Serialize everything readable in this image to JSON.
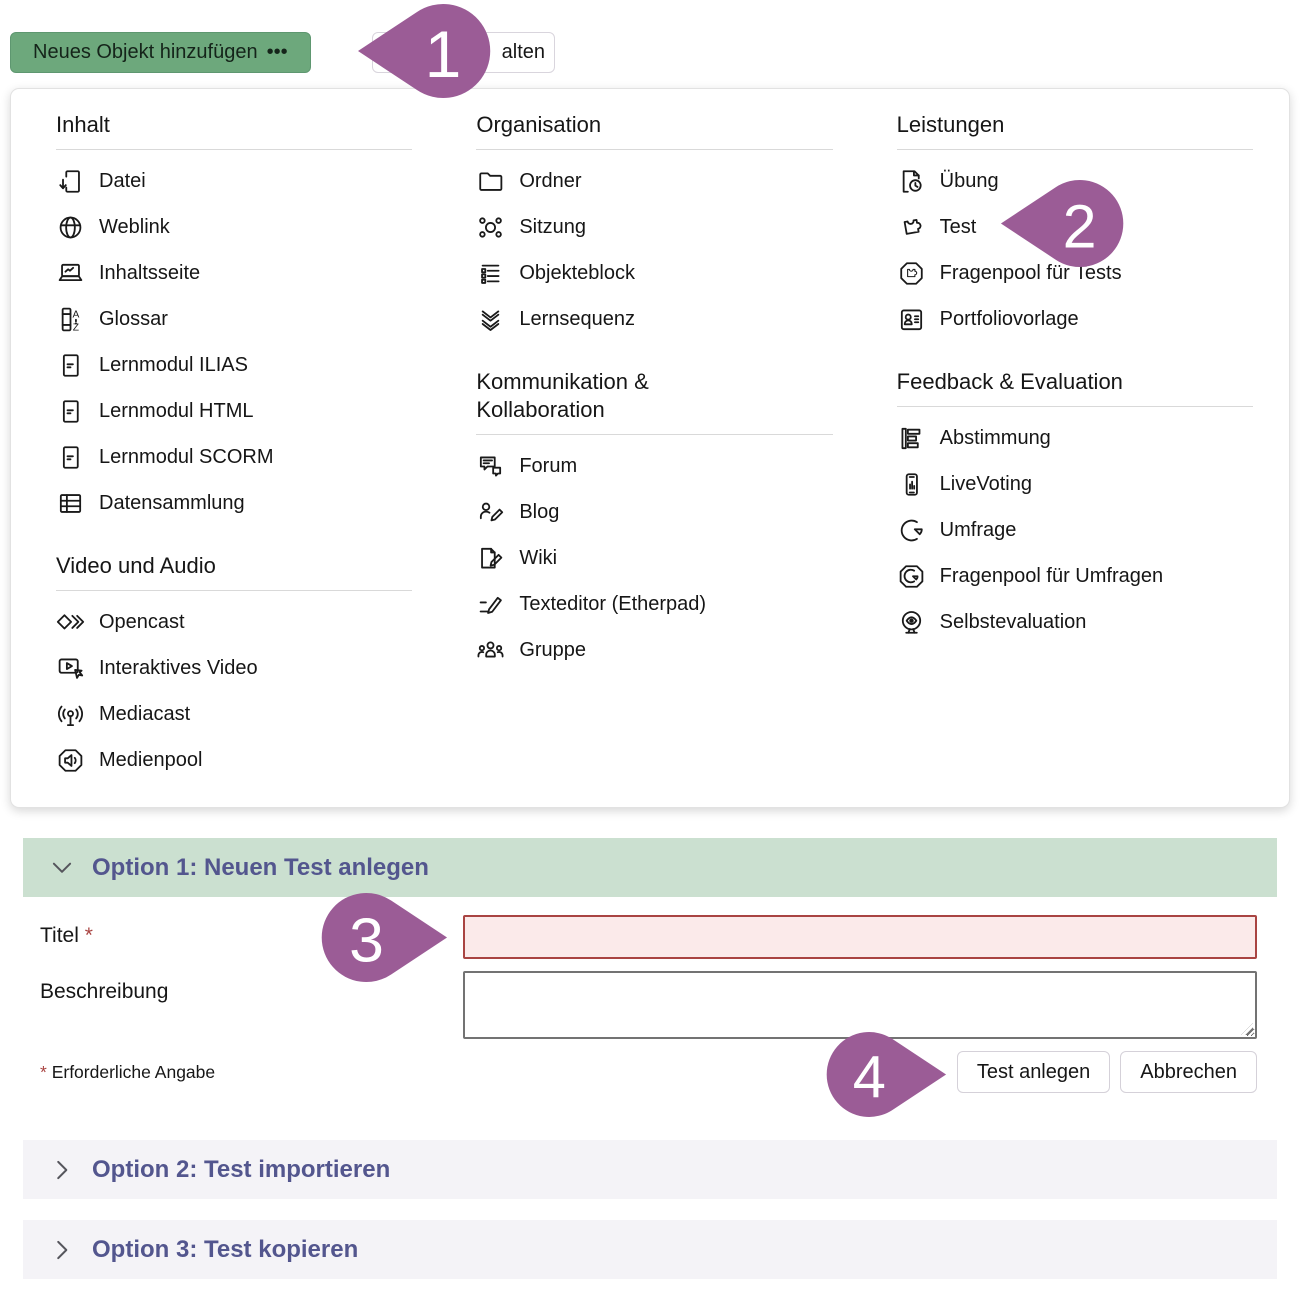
{
  "colors": {
    "brand_green": "#6DA87C",
    "marker_purple": "#9B5C96",
    "option_open_bg": "#CBE0D0",
    "option_closed_bg": "#F4F3F7",
    "heading_purple": "#53568E",
    "error_red": "#A94442",
    "error_red_bg": "#FBEAEA"
  },
  "toolbar": {
    "add_button_label": "Neues Objekt hinzufügen",
    "add_button_ellipsis": "•••",
    "partial_button_visible_label": "alten"
  },
  "annotations": [
    {
      "number": "1"
    },
    {
      "number": "2"
    },
    {
      "number": "3"
    },
    {
      "number": "4"
    }
  ],
  "menu": {
    "columns": [
      {
        "sections": [
          {
            "title": "Inhalt",
            "items": [
              {
                "icon": "file-download-icon",
                "label": "Datei"
              },
              {
                "icon": "globe-icon",
                "label": "Weblink"
              },
              {
                "icon": "laptop-icon",
                "label": "Inhaltsseite"
              },
              {
                "icon": "glossary-az-icon",
                "label": "Glossar"
              },
              {
                "icon": "learning-module-icon",
                "label": "Lernmodul ILIAS"
              },
              {
                "icon": "learning-module-icon",
                "label": "Lernmodul HTML"
              },
              {
                "icon": "learning-module-icon",
                "label": "Lernmodul SCORM"
              },
              {
                "icon": "table-icon",
                "label": "Datensammlung"
              }
            ]
          },
          {
            "title": "Video und Audio",
            "items": [
              {
                "icon": "opencast-icon",
                "label": "Opencast"
              },
              {
                "icon": "interactive-video-icon",
                "label": "Interaktives Video"
              },
              {
                "icon": "broadcast-icon",
                "label": "Mediacast"
              },
              {
                "icon": "speaker-icon",
                "label": "Medienpool"
              }
            ]
          }
        ]
      },
      {
        "sections": [
          {
            "title": "Organisation",
            "items": [
              {
                "icon": "folder-icon",
                "label": "Ordner"
              },
              {
                "icon": "network-icon",
                "label": "Sitzung"
              },
              {
                "icon": "list-blocks-icon",
                "label": "Objekteblock"
              },
              {
                "icon": "double-chevron-down-icon",
                "label": "Lernsequenz"
              }
            ]
          },
          {
            "title": "Kommunikation & Kollaboration",
            "items": [
              {
                "icon": "speech-bubbles-icon",
                "label": "Forum"
              },
              {
                "icon": "person-pencil-icon",
                "label": "Blog"
              },
              {
                "icon": "page-pencil-icon",
                "label": "Wiki"
              },
              {
                "icon": "pencil-writing-icon",
                "label": "Texteditor (Etherpad)"
              },
              {
                "icon": "people-group-icon",
                "label": "Gruppe"
              }
            ]
          }
        ]
      },
      {
        "sections": [
          {
            "title": "Leistungen",
            "items": [
              {
                "icon": "page-clock-icon",
                "label": "Übung"
              },
              {
                "icon": "puzzle-icon",
                "label": "Test"
              },
              {
                "icon": "puzzle-box-icon",
                "label": "Fragenpool für Tests"
              },
              {
                "icon": "id-card-icon",
                "label": "Portfoliovorlage"
              }
            ]
          },
          {
            "title": "Feedback & Evaluation",
            "items": [
              {
                "icon": "bar-chart-icon",
                "label": "Abstimmung"
              },
              {
                "icon": "phone-chart-icon",
                "label": "LiveVoting"
              },
              {
                "icon": "pie-chart-icon",
                "label": "Umfrage"
              },
              {
                "icon": "pie-box-icon",
                "label": "Fragenpool für Umfragen"
              },
              {
                "icon": "eye-mirror-icon",
                "label": "Selbstevaluation"
              }
            ]
          }
        ]
      }
    ]
  },
  "form": {
    "header": {
      "title": "Option 1: Neuen Test anlegen",
      "state": "expanded"
    },
    "fields": [
      {
        "label": "Titel",
        "required": true,
        "type": "text",
        "value": "",
        "state": "error"
      },
      {
        "label": "Beschreibung",
        "required": false,
        "type": "textarea",
        "value": "",
        "state": "normal"
      }
    ],
    "required_note": {
      "asterisk": "*",
      "text": "Erforderliche Angabe"
    },
    "buttons": [
      {
        "label": "Test anlegen",
        "action": "submit"
      },
      {
        "label": "Abbrechen",
        "action": "cancel"
      }
    ]
  },
  "collapsed_sections": [
    {
      "title": "Option 2: Test importieren",
      "state": "collapsed"
    },
    {
      "title": "Option 3: Test kopieren",
      "state": "collapsed"
    }
  ]
}
